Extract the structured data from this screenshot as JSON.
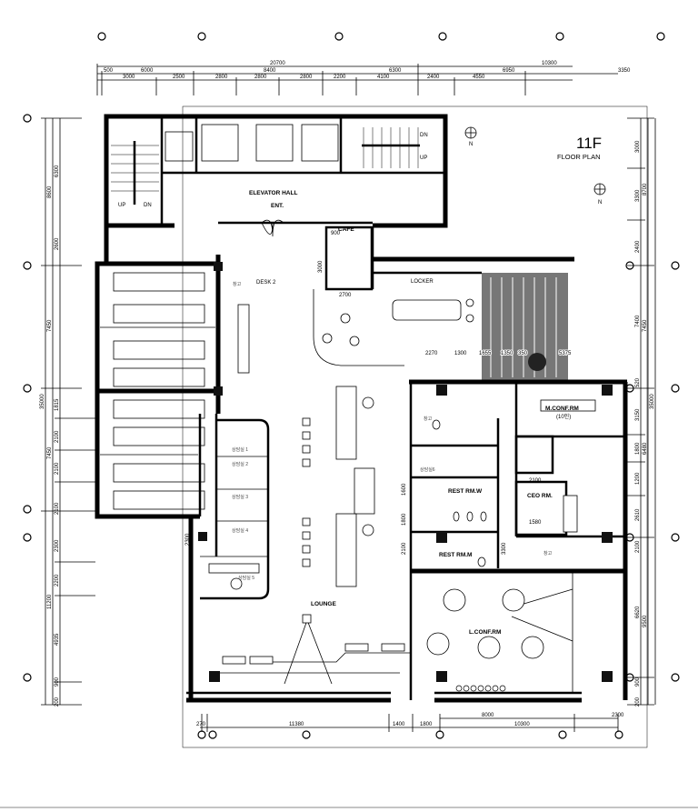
{
  "title": {
    "floor": "11F",
    "subtitle": "FLOOR PLAN",
    "north": "N"
  },
  "rooms": {
    "elevator_hall": "ELEVATOR HALL",
    "entrance": "ENT.",
    "cafe": "CAFE",
    "locker": "LOCKER",
    "m_conf": "M.CONF.RM",
    "m_conf_cap": "(10인)",
    "ceo": "CEO RM.",
    "rest_w": "REST RM.W",
    "rest_m": "REST RM.M",
    "lounge": "LOUNGE",
    "l_conf": "L.CONF.RM",
    "storage": "창고",
    "desk": "DESK 2",
    "consult": [
      "상담실 1",
      "상담실 2",
      "상담실 3",
      "상담실 4",
      "상담실 5",
      "상담실6"
    ],
    "up": "UP",
    "dn": "DN"
  },
  "dimensions": {
    "top_overall": [
      "20700",
      "10300"
    ],
    "top_mid": [
      "500",
      "6000",
      "8400",
      "6300",
      "6950",
      "3350"
    ],
    "top_detail": [
      "3000",
      "2500",
      "2800",
      "2800",
      "2800",
      "2200",
      "4100",
      "2400",
      "4550"
    ],
    "left_overall": "35000",
    "left_mid": [
      "8600",
      "7450",
      "7450",
      "11200"
    ],
    "left_detail": [
      "6300",
      "2600",
      "1815",
      "2100",
      "2100",
      "2100",
      "2300",
      "2200",
      "4935",
      "900",
      "200"
    ],
    "right_overall": "35000",
    "right_mid": [
      "8700",
      "7450",
      "6480",
      "9500"
    ],
    "right_detail": [
      "3000",
      "3300",
      "2400",
      "7400",
      "520",
      "3150",
      "1800",
      "1200",
      "2610",
      "2100",
      "6620",
      "900",
      "200"
    ],
    "bottom_lower": [
      "270",
      "11380",
      "1400",
      "1800",
      "10300"
    ],
    "bottom_upper": [
      "8000",
      "2300"
    ],
    "interior": [
      "2270",
      "1300",
      "1655",
      "1350",
      "350",
      "5375",
      "2700",
      "3000",
      "900",
      "2100",
      "1580",
      "3300",
      "1600",
      "1800",
      "2100",
      "2300"
    ]
  },
  "colors": {
    "line": "#000000",
    "background": "#ffffff",
    "deck": "#555555"
  }
}
